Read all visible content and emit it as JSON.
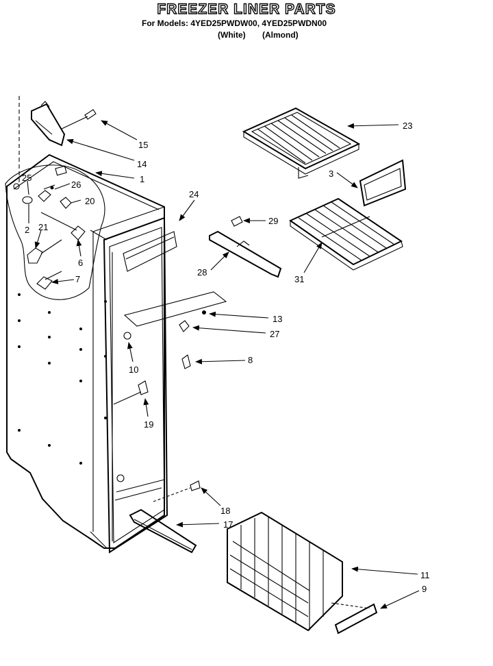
{
  "header": {
    "title": "FREEZER LINER PARTS",
    "models_line": "For Models: 4YED25PWDW00, 4YED25PWDN00",
    "color_white": "(White)",
    "color_almond": "(Almond)"
  },
  "callouts": [
    "15",
    "14",
    "1",
    "25",
    "26",
    "20",
    "2",
    "21",
    "6",
    "7",
    "23",
    "3",
    "24",
    "29",
    "28",
    "31",
    "13",
    "27",
    "8",
    "10",
    "19",
    "18",
    "17",
    "11",
    "9"
  ]
}
